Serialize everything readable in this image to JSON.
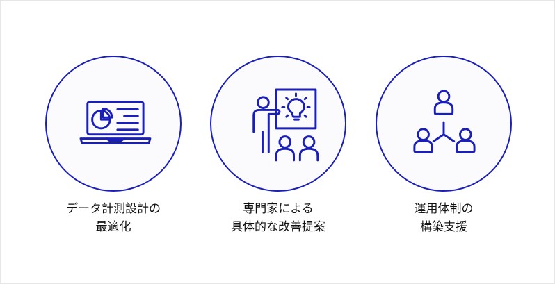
{
  "accent_color": "#1a1fb8",
  "items": [
    {
      "icon": "laptop-pie-chart-icon",
      "label_line1": "データ計測設計の",
      "label_line2": "最適化"
    },
    {
      "icon": "presenter-lightbulb-audience-icon",
      "label_line1": "専門家による",
      "label_line2": "具体的な改善提案"
    },
    {
      "icon": "team-network-icon",
      "label_line1": "運用体制の",
      "label_line2": "構築支援"
    }
  ]
}
